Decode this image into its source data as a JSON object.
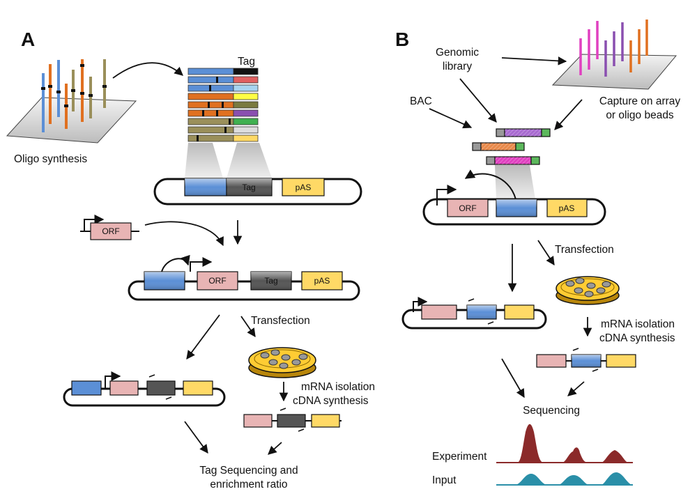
{
  "panels": {
    "a": {
      "letter": "A",
      "tag_header": "Tag",
      "oligo_synthesis": "Oligo synthesis",
      "vector_tag": "Tag",
      "vector_pas": "pAS",
      "orf": "ORF",
      "construct_orf": "ORF",
      "construct_tag": "Tag",
      "construct_pas": "pAS",
      "transfection": "Transfection",
      "mrna_isolation": "mRNA isolation",
      "cdna_synthesis": "cDNA synthesis",
      "tag_sequencing_1": "Tag Sequencing and",
      "tag_sequencing_2": "enrichment ratio"
    },
    "b": {
      "letter": "B",
      "genomic_1": "Genomic",
      "genomic_2": "library",
      "bac": "BAC",
      "capture_1": "Capture on array",
      "capture_2": "or oligo beads",
      "vector_orf": "ORF",
      "vector_pas": "pAS",
      "transfection": "Transfection",
      "mrna_isolation": "mRNA isolation",
      "cdna_synthesis": "cDNA synthesis",
      "sequencing": "Sequencing",
      "experiment": "Experiment",
      "input": "Input"
    }
  },
  "colors": {
    "blue": "#5b8fd6",
    "pink": "#e8b4b4",
    "dark_gray": "#4a4a4a",
    "yellow": "#ffd966",
    "orange": "#e07020",
    "olive": "#9a8f5a",
    "magenta": "#e040c0",
    "purple": "#8a4fb0",
    "green": "#5cb85c",
    "experiment_peak": "#8b2a2a",
    "input_peak": "#2a8fa8"
  }
}
